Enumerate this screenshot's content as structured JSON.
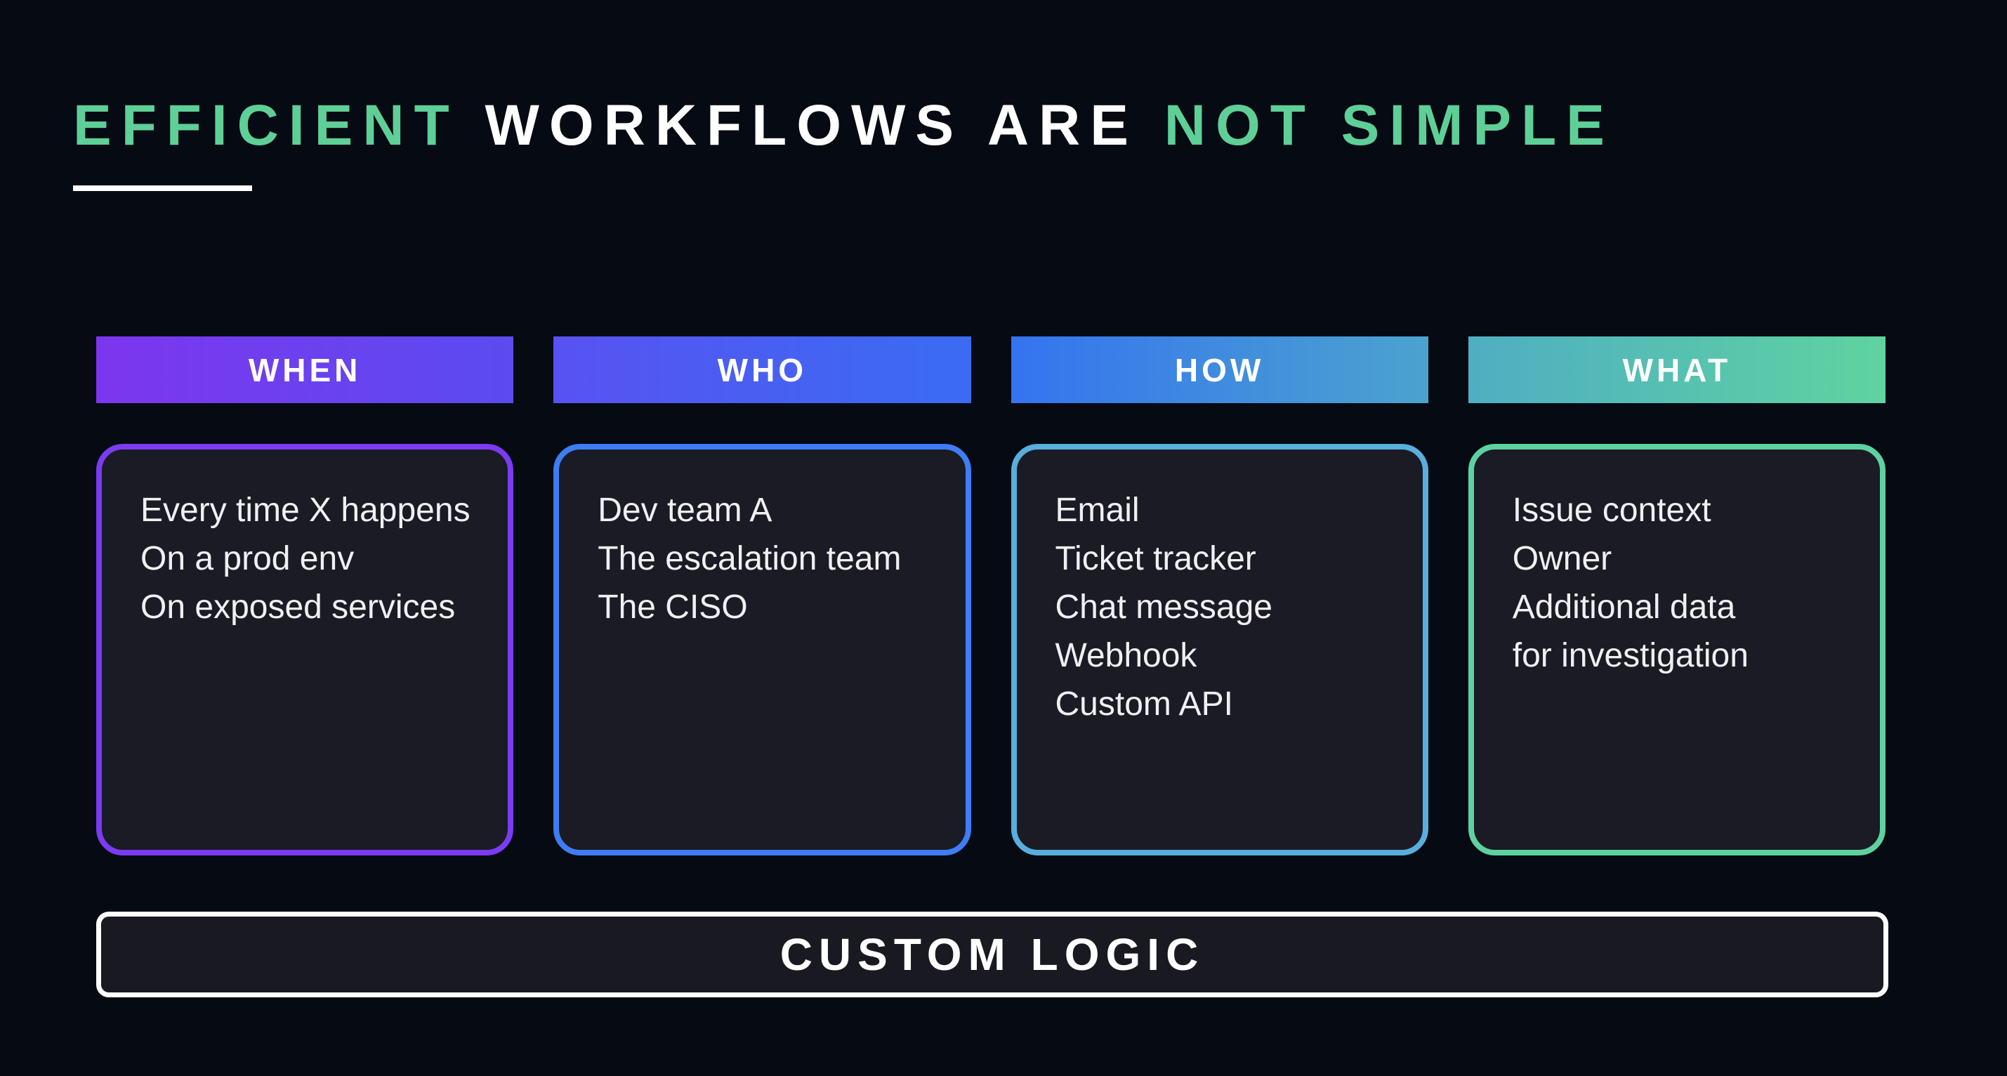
{
  "title": {
    "segments": [
      {
        "text": "EFFICIENT ",
        "color": "#5ecf97"
      },
      {
        "text": "WORKFLOWS ARE ",
        "color": "#ffffff"
      },
      {
        "text": "NOT SIMPLE",
        "color": "#5ecf97"
      }
    ]
  },
  "columns": [
    {
      "header": "WHEN",
      "header_gradient": [
        "#7d36ee",
        "#5b4bf0"
      ],
      "border_color": "#7a3bf2",
      "items": [
        "Every time X happens",
        "On a prod env",
        "On exposed services"
      ]
    },
    {
      "header": "WHO",
      "header_gradient": [
        "#5852f2",
        "#3a6cf2"
      ],
      "border_color": "#3e7df5",
      "items": [
        "Dev team A",
        "The escalation team",
        "The CISO"
      ]
    },
    {
      "header": "HOW",
      "header_gradient": [
        "#3573f0",
        "#4ba3ce"
      ],
      "border_color": "#58aedc",
      "items": [
        "Email",
        "Ticket tracker",
        "Chat message",
        "Webhook",
        "Custom API"
      ]
    },
    {
      "header": "WHAT",
      "header_gradient": [
        "#4faec2",
        "#5fd3a0"
      ],
      "border_color": "#5dd2a0",
      "items": [
        "Issue context",
        "Owner",
        "Additional data",
        "for investigation"
      ]
    }
  ],
  "footer": {
    "label": "CUSTOM LOGIC"
  },
  "colors": {
    "background": "#060a13",
    "card_background": "#1b1b25",
    "card_text": "#f0f0f3",
    "title_accent_green": "#5ecf97",
    "title_white": "#ffffff",
    "footer_border": "#ffffff"
  }
}
